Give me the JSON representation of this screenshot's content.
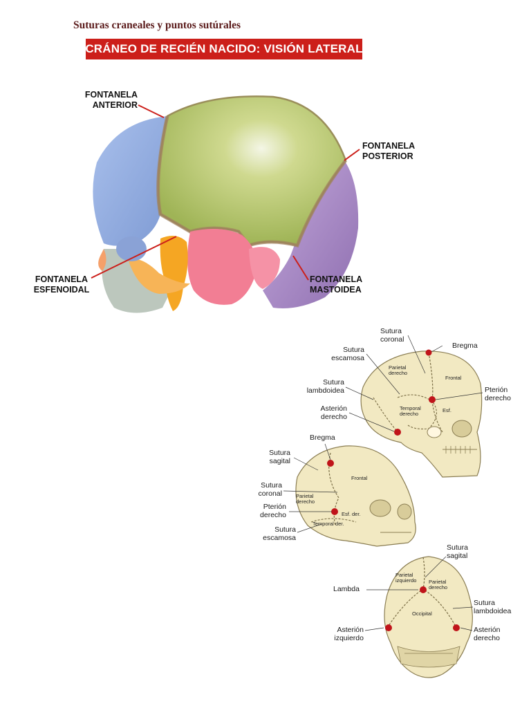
{
  "heading": "Suturas craneales y puntos sutúrales",
  "banner": "CRÁNEO DE RECIÉN NACIDO: VISIÓN LATERAL",
  "newborn_labels": {
    "anterior": [
      "FONTANELA",
      "ANTERIOR"
    ],
    "posterior": [
      "FONTANELA",
      "POSTERIOR"
    ],
    "sphenoid": [
      "FONTANELA",
      "ESFENOIDAL"
    ],
    "mastoid": [
      "FONTANELA",
      "MASTOIDEA"
    ]
  },
  "skull1": {
    "coronal": [
      "Sutura",
      "coronal"
    ],
    "bregma": "Bregma",
    "squamous": [
      "Sutura",
      "escamosa"
    ],
    "lambdoid": [
      "Sutura",
      "lambdoidea"
    ],
    "pterion": [
      "Pterión",
      "derecho"
    ],
    "asterion": [
      "Asterión",
      "derecho"
    ],
    "bone_parietal": [
      "Parietal",
      "derecho"
    ],
    "bone_frontal": "Frontal",
    "bone_temporal": [
      "Temporal",
      "derecho"
    ],
    "bone_sphenoid": "Esf."
  },
  "skull2": {
    "bregma": "Bregma",
    "sagittal": [
      "Sutura",
      "sagital"
    ],
    "coronal": [
      "Sutura",
      "coronal"
    ],
    "pterion": [
      "Pterión",
      "derecho"
    ],
    "squamous": [
      "Sutura",
      "escamosa"
    ],
    "bone_frontal": "Frontal",
    "bone_parietal": [
      "Parietal",
      "derecho"
    ],
    "bone_temporal": "Temporal der.",
    "bone_sphenoid": "Esf. der."
  },
  "skull3": {
    "sagittal": [
      "Sutura",
      "sagital"
    ],
    "lambda": "Lambda",
    "lambdoid": [
      "Sutura",
      "lambdoidea"
    ],
    "asterion_left": [
      "Asterión",
      "izquierdo"
    ],
    "asterion_right": [
      "Asterión",
      "derecho"
    ],
    "bone_parietal_left": [
      "Parietal",
      "izquierdo"
    ],
    "bone_parietal_right": [
      "Parietal",
      "derecho"
    ],
    "bone_occipital": "Occipital"
  },
  "colors": {
    "banner": "#cc1f1a",
    "parietal": "#b3c46a",
    "frontal": "#94aee0",
    "occipital": "#a98bc4",
    "temporal": "#f27e94",
    "sphenoid": "#f5a623",
    "skull_bone": "#f2e9c2",
    "point": "#c0141a"
  }
}
